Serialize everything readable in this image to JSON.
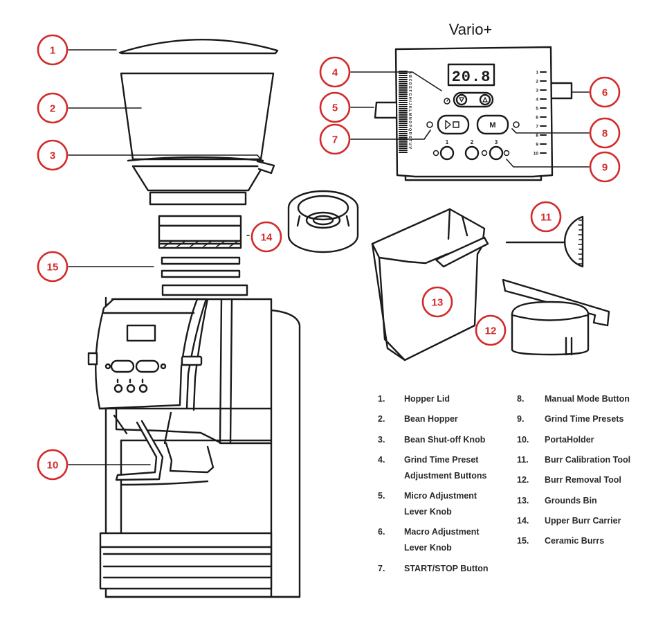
{
  "brand": "Vario+",
  "display_value": "20.8",
  "time_preset_labels": [
    "1",
    "2",
    "3"
  ],
  "macro_scale_labels": [
    "1",
    "2",
    "3",
    "4",
    "5",
    "6",
    "7",
    "8",
    "9",
    "10"
  ],
  "micro_scale_letters": "ABCDEFGHIJKLMNOPQRSTUV",
  "manual_button_label": "M",
  "callouts": [
    "1",
    "2",
    "3",
    "4",
    "5",
    "6",
    "7",
    "8",
    "9",
    "10",
    "11",
    "12",
    "13",
    "14",
    "15"
  ],
  "legend": [
    {
      "num": "1.",
      "lines": [
        "Hopper Lid"
      ]
    },
    {
      "num": "2.",
      "lines": [
        "Bean Hopper"
      ]
    },
    {
      "num": "3.",
      "lines": [
        "Bean Shut-off Knob"
      ]
    },
    {
      "num": "4.",
      "lines": [
        "Grind Time Preset",
        "Adjustment Buttons"
      ]
    },
    {
      "num": "5.",
      "lines": [
        "Micro Adjustment",
        "Lever Knob"
      ]
    },
    {
      "num": "6.",
      "lines": [
        "Macro Adjustment",
        "Lever Knob"
      ]
    },
    {
      "num": "7.",
      "lines": [
        "START/STOP Button"
      ]
    },
    {
      "num": "8.",
      "lines": [
        "Manual Mode Button"
      ]
    },
    {
      "num": "9.",
      "lines": [
        "Grind Time Presets"
      ]
    },
    {
      "num": "10.",
      "lines": [
        "PortaHolder"
      ]
    },
    {
      "num": "11.",
      "lines": [
        "Burr Calibration Tool"
      ]
    },
    {
      "num": "12.",
      "lines": [
        "Burr Removal Tool"
      ]
    },
    {
      "num": "13.",
      "lines": [
        "Grounds Bin"
      ]
    },
    {
      "num": "14.",
      "lines": [
        "Upper Burr Carrier"
      ]
    },
    {
      "num": "15.",
      "lines": [
        "Ceramic Burrs"
      ]
    }
  ],
  "colors": {
    "callout": "#d22b2b",
    "line": "#1a1a1a"
  }
}
